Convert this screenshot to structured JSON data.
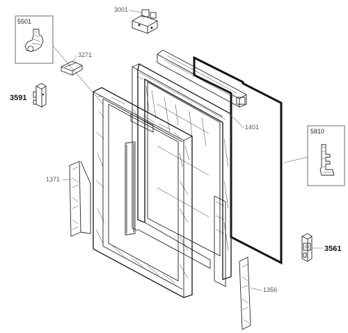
{
  "diagram": {
    "callouts": {
      "p3001": "3001",
      "p3271": "3271",
      "p5501": "5501",
      "p3591": "3591",
      "p1401": "1401",
      "p5810": "5810",
      "p1371": "1371",
      "p3561": "3561",
      "p1356": "1356"
    }
  }
}
